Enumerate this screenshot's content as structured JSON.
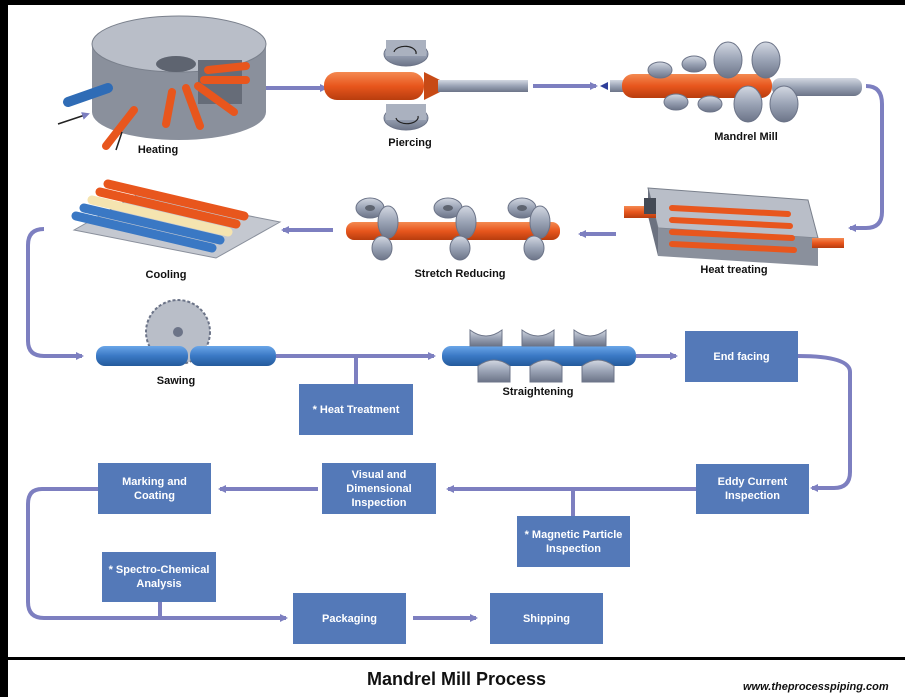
{
  "title": "Mandrel Mill Process",
  "website": "www.theprocesspiping.com",
  "process_steps": {
    "heating": "Heating",
    "piercing": "Piercing",
    "mandrel_mill": "Mandrel Mill",
    "cooling": "Cooling",
    "stretch_reducing": "Stretch Reducing",
    "heat_treating": "Heat treating",
    "sawing": "Sawing",
    "straightening": "Straightening"
  },
  "boxes": {
    "end_facing": "End facing",
    "heat_treatment": "* Heat Treatment",
    "eddy_current": "Eddy Current Inspection",
    "visual_dimensional": "Visual and Dimensional Inspection",
    "marking_coating": "Marking and Coating",
    "magnetic_particle": "* Magnetic Particle Inspection",
    "spectro_chemical": "* Spectro-Chemical Analysis",
    "packaging": "Packaging",
    "shipping": "Shipping"
  },
  "colors": {
    "pipe_orange": "#e8561d",
    "pipe_blue": "#3a78c4",
    "roller_grey": "#9aa3b5",
    "arrow_purple": "#7d7fc0",
    "box_blue": "#5479b8"
  }
}
